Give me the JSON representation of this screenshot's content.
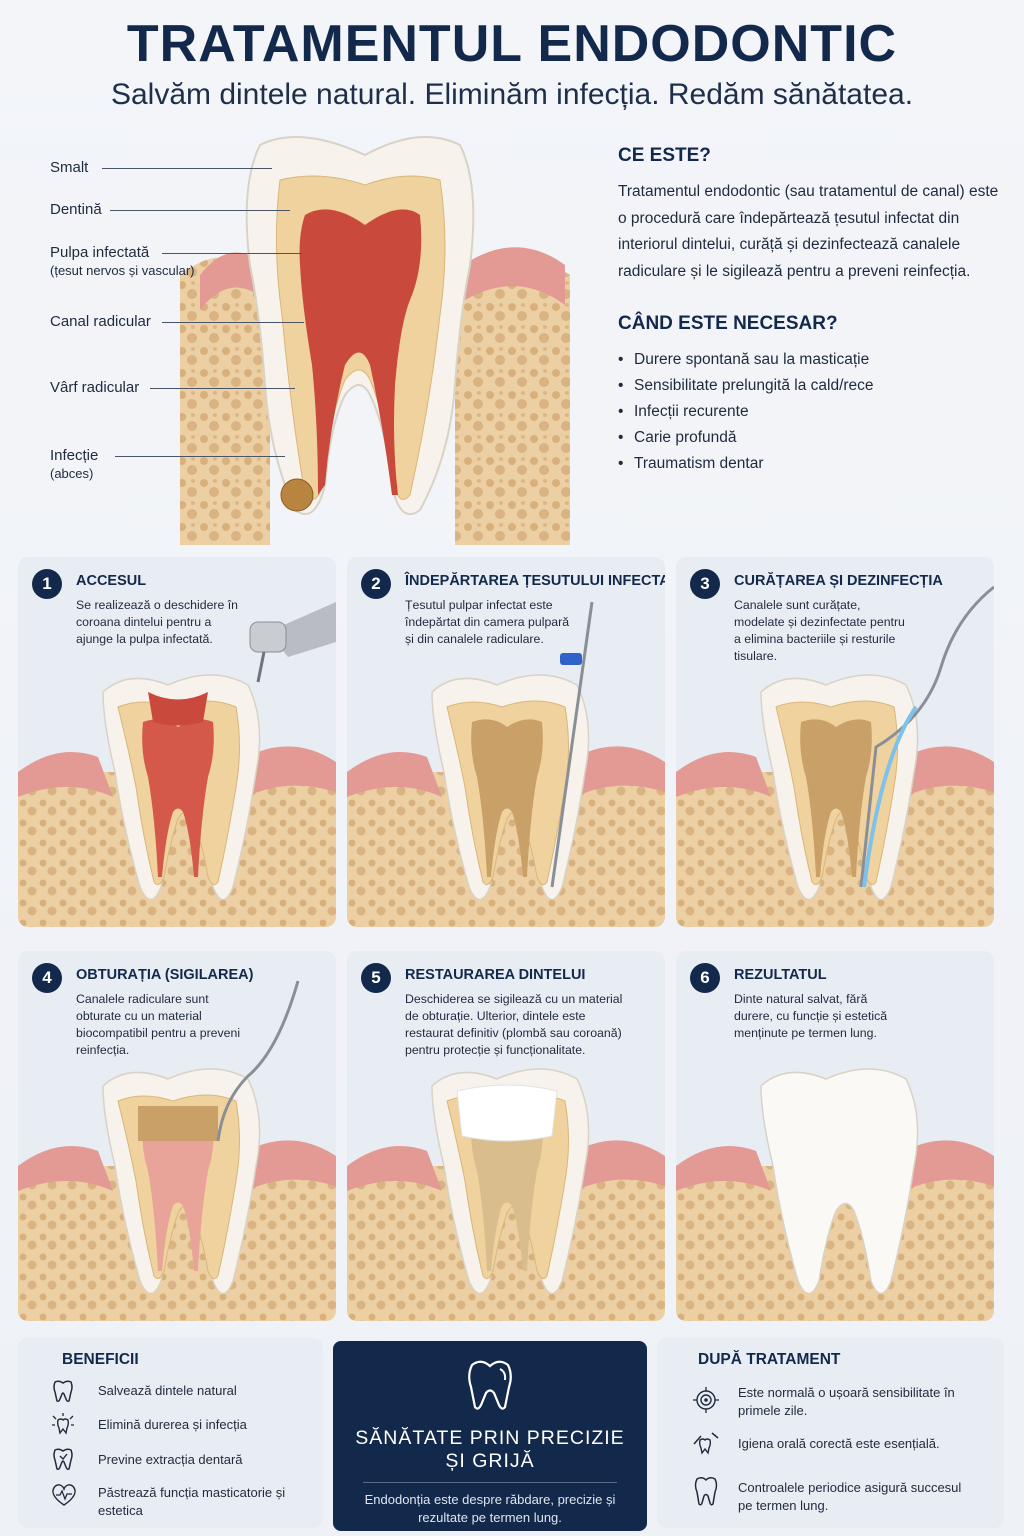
{
  "header": {
    "title": "TRATAMENTUL ENDODONTIC",
    "subtitle": "Salvăm dintele natural. Eliminăm infecția. Redăm sănătatea."
  },
  "anatomy": {
    "labels": [
      {
        "text": "Smalt",
        "sub": ""
      },
      {
        "text": "Dentină",
        "sub": ""
      },
      {
        "text": "Pulpa infectată",
        "sub": "(țesut nervos și vascular)"
      },
      {
        "text": "Canal radicular",
        "sub": ""
      },
      {
        "text": "Vârf radicular",
        "sub": ""
      },
      {
        "text": "Infecție",
        "sub": "(abces)"
      }
    ]
  },
  "info": {
    "what_title": "CE ESTE?",
    "what_text": "Tratamentul endodontic (sau tratamentul de canal) este o procedură care îndepărtează țesutul infectat din interiorul dintelui, curăță și dezinfectează canalele radiculare și le sigilează pentru a preveni reinfecția.",
    "when_title": "CÂND ESTE NECESAR?",
    "when_items": [
      "Durere spontană sau la masticație",
      "Sensibilitate prelungită la cald/rece",
      "Infecții recurente",
      "Carie profundă",
      "Traumatism dentar"
    ]
  },
  "steps": [
    {
      "num": "1",
      "title": "ACCESUL",
      "text": "Se realizează o deschidere în coroana dintelui pentru a ajunge la pulpa infectată."
    },
    {
      "num": "2",
      "title": "ÎNDEPĂRTAREA ȚESUTULUI INFECTAT",
      "text": "Țesutul pulpar infectat este îndepărtat din camera pulpară și din canalele radiculare."
    },
    {
      "num": "3",
      "title": "CURĂȚAREA ȘI DEZINFECȚIA",
      "text": "Canalele sunt curățate, modelate și dezinfectate pentru a elimina bacteriile și resturile tisulare."
    },
    {
      "num": "4",
      "title": "OBTURAȚIA (SIGILAREA)",
      "text": "Canalele radiculare sunt obturate cu un material biocompatibil pentru a preveni reinfecția."
    },
    {
      "num": "5",
      "title": "RESTAURAREA DINTELUI",
      "text": "Deschiderea se sigilează cu un material de obturație. Ulterior, dintele este restaurat definitiv (plombă sau coroană) pentru protecție și funcționalitate."
    },
    {
      "num": "6",
      "title": "REZULTATUL",
      "text": "Dinte natural salvat, fără durere, cu funcție și estetică menținute pe termen lung."
    }
  ],
  "benefits": {
    "title": "BENEFICII",
    "items": [
      {
        "icon": "tooth-icon",
        "text": "Salvează dintele natural"
      },
      {
        "icon": "sparkle-tooth-icon",
        "text": "Elimină durerea și infecția"
      },
      {
        "icon": "protected-tooth-icon",
        "text": "Previne extracția dentară"
      },
      {
        "icon": "heartbeat-icon",
        "text": "Păstrează funcția masticatorie și estetica"
      }
    ]
  },
  "center": {
    "headline": "SĂNĂTATE PRIN PRECIZIE ȘI GRIJĂ",
    "text": "Endodonția este despre răbdare, precizie și rezultate pe termen lung."
  },
  "after": {
    "title": "DUPĂ TRATAMENT",
    "items": [
      {
        "icon": "target-icon",
        "text": "Este normală o ușoară sensibilitate în primele zile."
      },
      {
        "icon": "toothbrush-icon",
        "text": "Igiena orală corectă este esențială."
      },
      {
        "icon": "tooth-outline-icon",
        "text": "Controalele periodice asigură succesul pe termen lung."
      }
    ]
  },
  "colors": {
    "navy": "#13294b",
    "gum": "#e39a94",
    "bone": "#e8c79b",
    "pulp": "#c94a3c",
    "enamel": "#f7f3ec"
  }
}
